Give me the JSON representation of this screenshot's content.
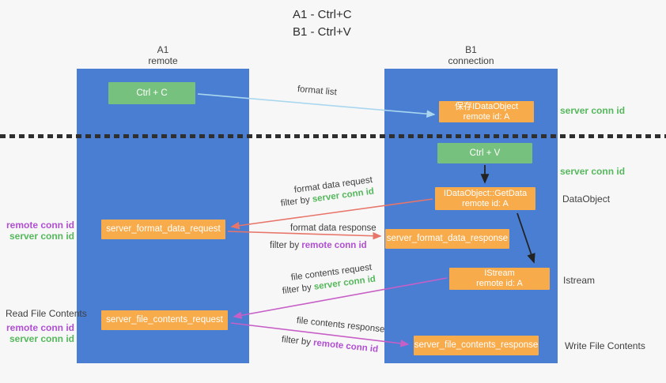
{
  "title": {
    "line1": "A1 - Ctrl+C",
    "line2": "B1 - Ctrl+V"
  },
  "lifelines": {
    "a": {
      "id": "A1",
      "subtitle": "remote"
    },
    "b": {
      "id": "B1",
      "subtitle": "connection"
    }
  },
  "nodes": {
    "ctrl_c": {
      "label": "Ctrl + C"
    },
    "save_dataobject": {
      "line1": "保存IDataObject",
      "line2": "remote id: A"
    },
    "ctrl_v": {
      "label": "Ctrl + V"
    },
    "getdata": {
      "line1": "IDataObject::GetData",
      "line2": "remote id: A"
    },
    "format_request": {
      "label": "server_format_data_request"
    },
    "format_response": {
      "label": "server_format_data_response"
    },
    "istream": {
      "line1": "IStream",
      "line2": "remote id: A"
    },
    "file_request": {
      "label": "server_file_contents_request"
    },
    "file_response": {
      "label": "server_file_contents_response"
    }
  },
  "side_labels": {
    "server_conn_id_top": "server conn id",
    "server_conn_id_mid": "server conn id",
    "dataobject": "DataObject",
    "istream": "Istream",
    "write_file_contents": "Write File Contents",
    "read_file_contents": "Read File Contents",
    "format_remote_conn_id": "remote conn id",
    "format_server_conn_id": "server conn id",
    "file_remote_conn_id": "remote conn id",
    "file_server_conn_id": "server conn id"
  },
  "arrow_labels": {
    "format_list": "format list",
    "format_data_request": "format data request",
    "format_data_request_filter_prefix": "filter by ",
    "format_data_request_filter_key": "server conn id",
    "format_data_response": "format data response",
    "format_data_response_filter_prefix": "filter by ",
    "format_data_response_filter_key": "remote conn id",
    "file_contents_request": "file contents request",
    "file_contents_request_filter_prefix": "filter by ",
    "file_contents_request_filter_key": "server conn id",
    "file_contents_response": "file contents response",
    "file_contents_response_filter_prefix": "filter by ",
    "file_contents_response_filter_key": "remote conn id"
  },
  "colors": {
    "background": "#f7f7f7",
    "lifeline_blue": "#4a7ed2",
    "node_green": "#77c17e",
    "node_orange": "#f8ab4b",
    "accent_green": "#55b85c",
    "accent_purple": "#b14fd2",
    "arrow_lightblue": "#a9d7ef",
    "arrow_salmon": "#e8756a",
    "arrow_magenta": "#c75fc7",
    "arrow_black": "#232323"
  }
}
